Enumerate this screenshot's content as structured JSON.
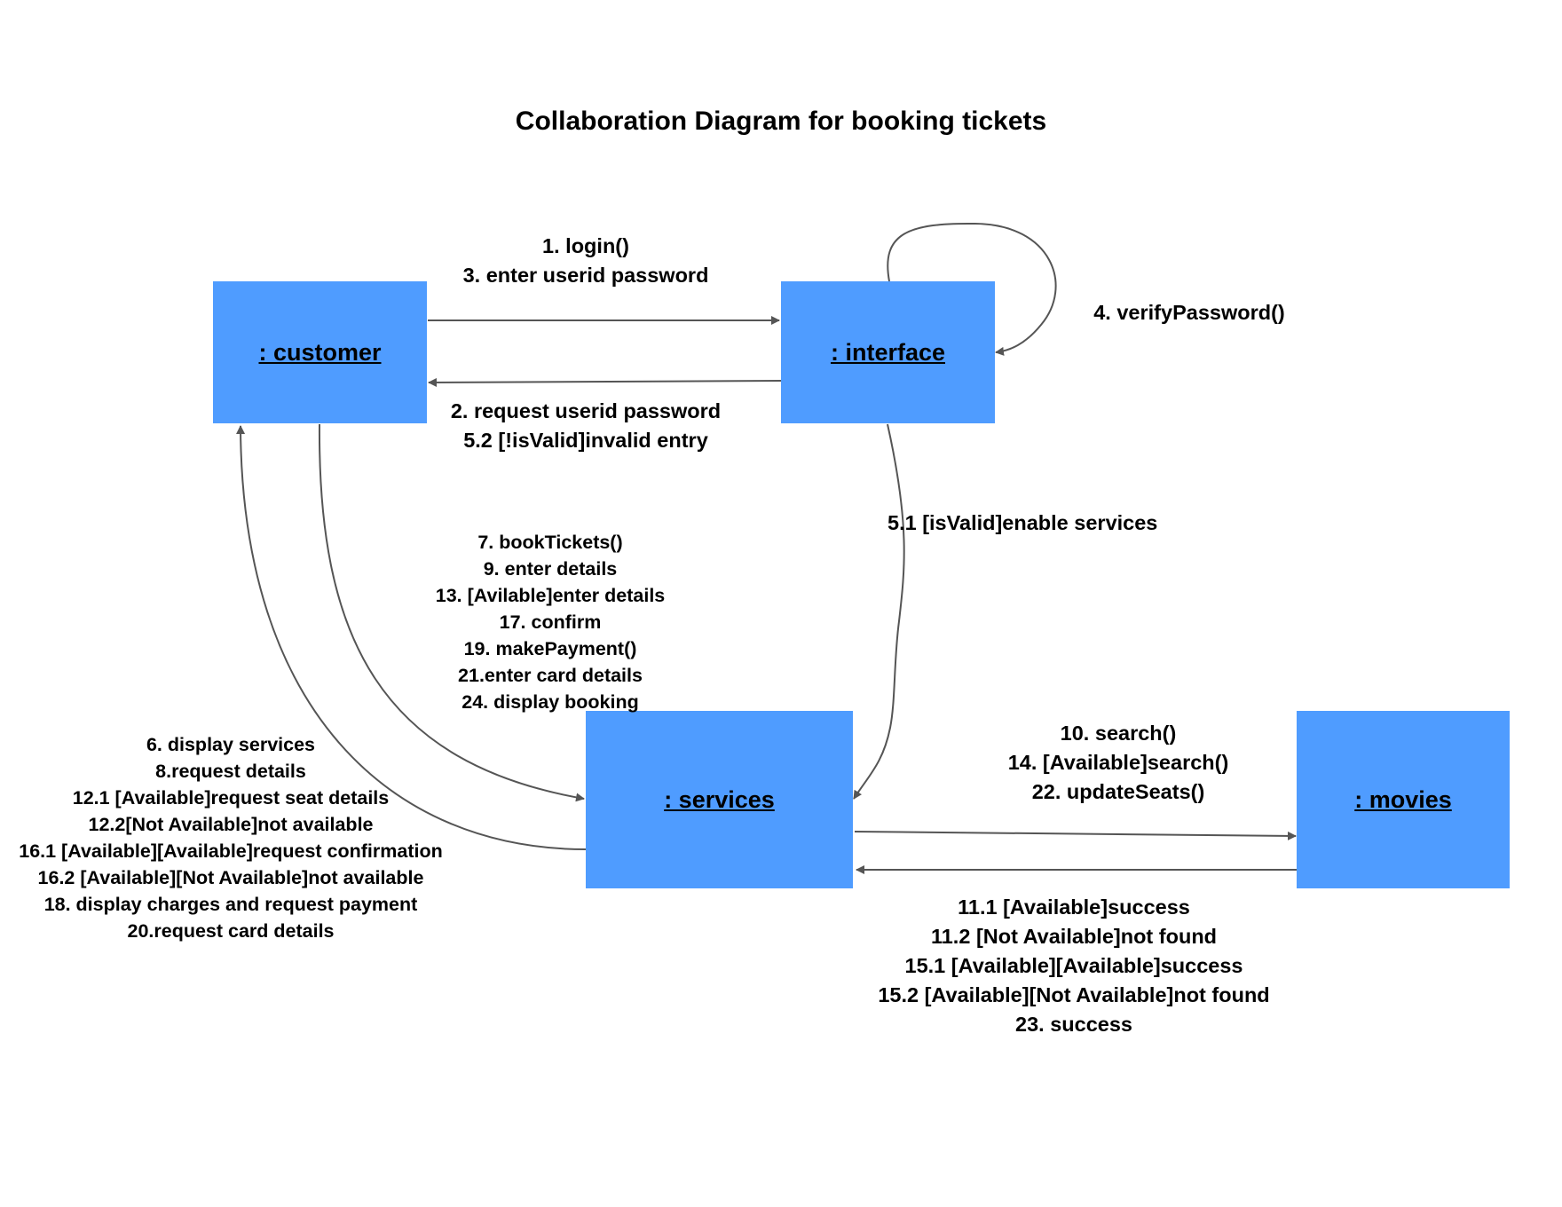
{
  "title": "Collaboration Diagram for booking tickets",
  "nodes": {
    "customer": ": customer",
    "interface": ": interface",
    "services": ": services",
    "movies": ": movies"
  },
  "messages": {
    "customer_to_interface": [
      "1. login()",
      "3. enter userid password"
    ],
    "interface_to_customer": [
      "2. request userid password",
      "5.2 [!isValid]invalid entry"
    ],
    "interface_self": [
      "4. verifyPassword()"
    ],
    "interface_to_services": [
      "5.1 [isValid]enable services"
    ],
    "customer_to_services": [
      "7. bookTickets()",
      "9. enter details",
      "13. [Avilable]enter details",
      "17. confirm",
      "19. makePayment()",
      "21.enter card details",
      "24. display booking"
    ],
    "services_to_customer": [
      "6. display services",
      "8.request details",
      "12.1 [Available]request seat details",
      "12.2[Not Available]not available",
      "16.1 [Available][Available]request confirmation",
      "16.2 [Available][Not Available]not available",
      "18. display charges and request payment",
      "20.request card details"
    ],
    "services_to_movies": [
      "10. search()",
      "14. [Available]search()",
      "22. updateSeats()"
    ],
    "movies_to_services": [
      "11.1 [Available]success",
      "11.2 [Not Available]not found",
      "15.1 [Available][Available]success",
      "15.2 [Available][Not Available]not found",
      "23. success"
    ]
  },
  "colors": {
    "node_fill": "#4F9CFF",
    "edge": "#555555"
  }
}
